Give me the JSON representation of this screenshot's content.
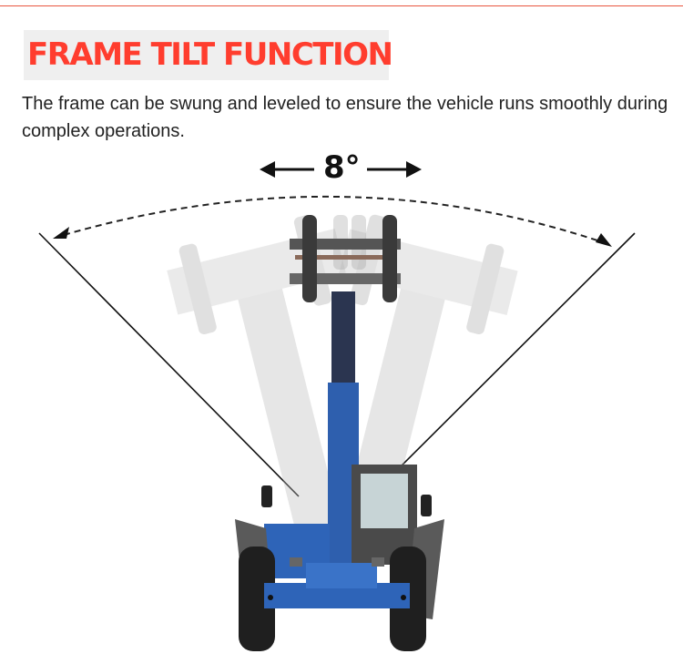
{
  "header": {
    "title": "FRAME TILT FUNCTION",
    "title_color": "#ff3d2e",
    "title_background": "#efefef",
    "rule_color": "#e8553f"
  },
  "description": "The frame can be swung and leveled to ensure the vehicle runs smoothly during complex operations.",
  "diagram": {
    "angle_label": "8°",
    "arrows": [
      "left-arrow",
      "right-arrow"
    ],
    "arc_style": "dashed",
    "machine_color": "#2e64b8",
    "illustration": "telescopic handler front view with ghosted tilted boom positions"
  }
}
